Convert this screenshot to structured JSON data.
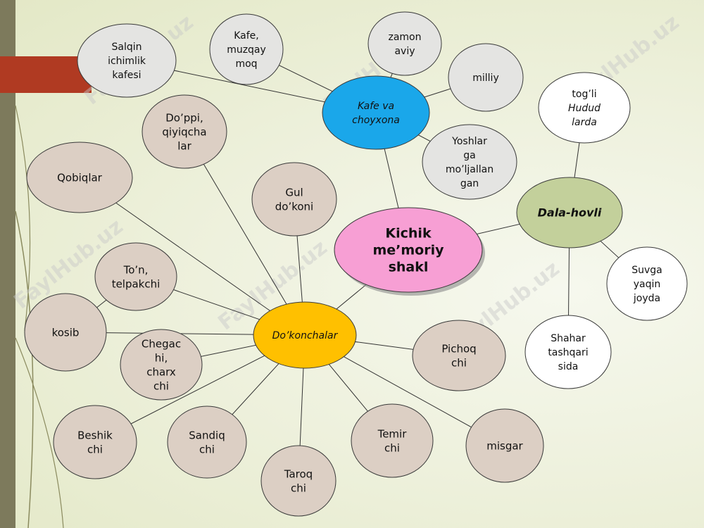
{
  "watermark": "FaylHub.uz",
  "colors": {
    "center": "#f79fd4",
    "kafe": "#1aa7ea",
    "dokon": "#ffc000",
    "dala": "#c3d09b",
    "grey_node": "#e4e4e2",
    "tan_node": "#dccfc4",
    "white_node": "#ffffff",
    "line": "#333333"
  },
  "nodes": [
    {
      "id": "center",
      "lines": [
        "Kichik",
        "me’moriy",
        "shakl"
      ],
      "style": "center"
    },
    {
      "id": "kafe",
      "lines": [
        "Kafe va",
        "choyxona"
      ],
      "style": "kafe"
    },
    {
      "id": "dokon",
      "lines": [
        "Do’konchalar"
      ],
      "style": "dokon"
    },
    {
      "id": "dala",
      "lines": [
        "Dala-hovli"
      ],
      "style": "dala"
    },
    {
      "id": "salqin",
      "lines": [
        "Salqin",
        "ichimlik",
        "kafesi"
      ],
      "style": "grey"
    },
    {
      "id": "kafe_muzqaymoq",
      "lines": [
        "Kafe,",
        "muzqay",
        "moq"
      ],
      "style": "grey"
    },
    {
      "id": "zamonaviy",
      "lines": [
        "zamon",
        "aviy"
      ],
      "style": "grey"
    },
    {
      "id": "milliy",
      "lines": [
        "milliy"
      ],
      "style": "grey"
    },
    {
      "id": "yoshlar",
      "lines": [
        "Yoshlar",
        "ga",
        "mo’ljallan",
        "gan"
      ],
      "style": "grey"
    },
    {
      "id": "togli",
      "lines": [
        "tog’li",
        "Hudud",
        "larda"
      ],
      "style": "white",
      "italic_lines": [
        1,
        2
      ]
    },
    {
      "id": "suvga",
      "lines": [
        "Suvga",
        "yaqin",
        "joyda"
      ],
      "style": "white"
    },
    {
      "id": "shahar",
      "lines": [
        "Shahar",
        "tashqari",
        "sida"
      ],
      "style": "white"
    },
    {
      "id": "doppi",
      "lines": [
        "Do’ppi,",
        "qiyiqcha",
        "lar"
      ],
      "style": "tan"
    },
    {
      "id": "qobiqlar",
      "lines": [
        "Qobiqlar"
      ],
      "style": "tan"
    },
    {
      "id": "gul",
      "lines": [
        "Gul",
        "do’koni"
      ],
      "style": "tan"
    },
    {
      "id": "ton",
      "lines": [
        "To’n,",
        "telpakchi"
      ],
      "style": "tan"
    },
    {
      "id": "kosib",
      "lines": [
        "kosib"
      ],
      "style": "tan"
    },
    {
      "id": "chegachi",
      "lines": [
        "Chegac",
        "hi,",
        "charx",
        "chi"
      ],
      "style": "tan"
    },
    {
      "id": "beshik",
      "lines": [
        "Beshik",
        "chi"
      ],
      "style": "tan"
    },
    {
      "id": "sandiq",
      "lines": [
        "Sandiq",
        "chi"
      ],
      "style": "tan"
    },
    {
      "id": "taroq",
      "lines": [
        "Taroq",
        "chi"
      ],
      "style": "tan"
    },
    {
      "id": "temir",
      "lines": [
        "Temir",
        "chi"
      ],
      "style": "tan"
    },
    {
      "id": "misgar",
      "lines": [
        "misgar"
      ],
      "style": "tan"
    },
    {
      "id": "pichoq",
      "lines": [
        "Pichoq",
        "chi"
      ],
      "style": "tan"
    }
  ],
  "edges": [
    [
      "center",
      "kafe"
    ],
    [
      "center",
      "dokon"
    ],
    [
      "center",
      "dala"
    ],
    [
      "kafe",
      "salqin"
    ],
    [
      "kafe",
      "kafe_muzqaymoq"
    ],
    [
      "kafe",
      "zamonaviy"
    ],
    [
      "kafe",
      "milliy"
    ],
    [
      "kafe",
      "yoshlar"
    ],
    [
      "dala",
      "togli"
    ],
    [
      "dala",
      "suvga"
    ],
    [
      "dala",
      "shahar"
    ],
    [
      "dokon",
      "doppi"
    ],
    [
      "dokon",
      "qobiqlar"
    ],
    [
      "dokon",
      "gul"
    ],
    [
      "dokon",
      "ton"
    ],
    [
      "dokon",
      "kosib"
    ],
    [
      "dokon",
      "chegachi"
    ],
    [
      "dokon",
      "beshik"
    ],
    [
      "dokon",
      "sandiq"
    ],
    [
      "dokon",
      "taroq"
    ],
    [
      "dokon",
      "temir"
    ],
    [
      "dokon",
      "misgar"
    ],
    [
      "dokon",
      "pichoq"
    ],
    [
      "kosib",
      "ton"
    ]
  ]
}
